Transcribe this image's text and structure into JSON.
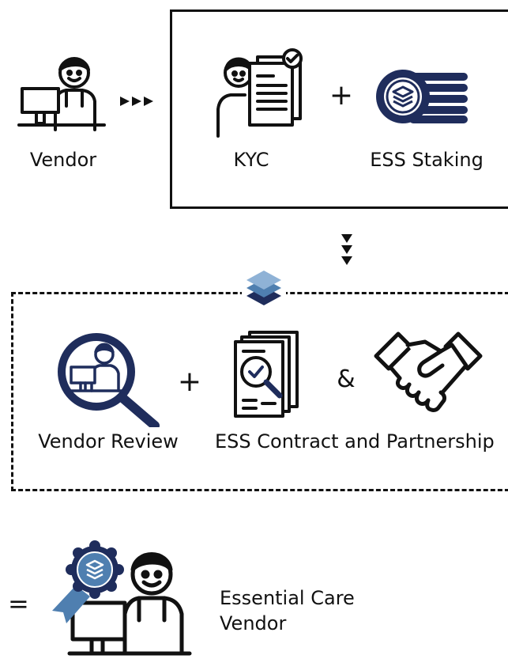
{
  "steps": {
    "vendor": "Vendor",
    "kyc": "KYC",
    "ess_staking": "ESS Staking",
    "vendor_review": "Vendor Review",
    "ess_contract": "ESS Contract and Partnership",
    "result_line1": "Essential Care",
    "result_line2": "Vendor"
  },
  "operators": {
    "plus1": "+",
    "plus2": "+",
    "ampersand": "&",
    "equals": "="
  },
  "colors": {
    "navy": "#1f2d5c",
    "steel_blue": "#4f7fb0",
    "light_blue": "#8fb2d6",
    "outline": "#111111"
  },
  "icons": [
    "vendor-person-icon",
    "arrow-right-icon",
    "kyc-document-icon",
    "ess-staking-coin-icon",
    "arrow-down-icon",
    "ess-layers-logo-icon",
    "vendor-review-magnifier-icon",
    "contract-document-icon",
    "handshake-icon",
    "certified-vendor-icon"
  ]
}
